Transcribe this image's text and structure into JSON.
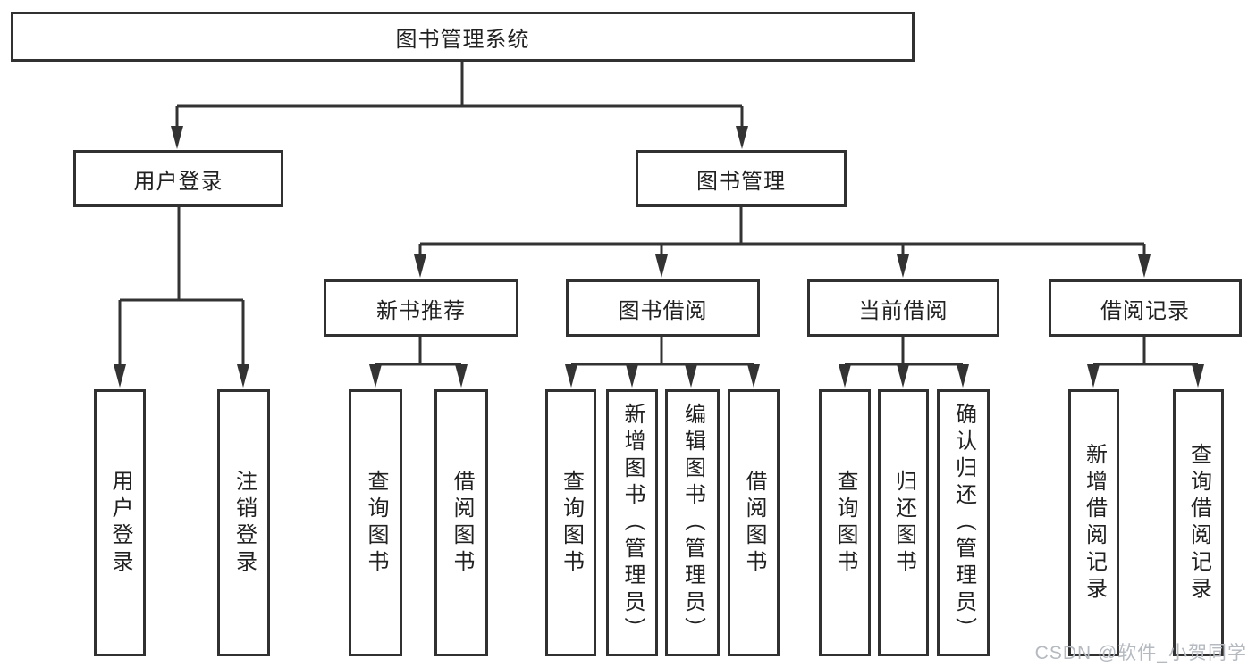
{
  "diagram": {
    "root": "图书管理系统",
    "user_login": {
      "label": "用户登录",
      "children": {
        "login": "用户登录",
        "logout": "注销登录"
      }
    },
    "book_mgmt": {
      "label": "图书管理",
      "new_books": {
        "label": "新书推荐",
        "children": {
          "query": "查询图书",
          "borrow": "借阅图书"
        }
      },
      "book_borrow": {
        "label": "图书借阅",
        "children": {
          "query": "查询图书",
          "add": "新增图书（管理员）",
          "edit": "编辑图书（管理员）",
          "borrow": "借阅图书"
        }
      },
      "current_borrow": {
        "label": "当前借阅",
        "children": {
          "query": "查询图书",
          "return": "归还图书",
          "confirm": "确认归还（管理员）"
        }
      },
      "borrow_records": {
        "label": "借阅记录",
        "children": {
          "add": "新增借阅记录",
          "query": "查询借阅记录"
        }
      }
    }
  },
  "watermark": "CSDN @软件_小贺同学",
  "colors": {
    "line": "#333333",
    "box_border": "#313131",
    "text": "#212121",
    "watermark": "#b5bac0",
    "background": "#ffffff"
  }
}
